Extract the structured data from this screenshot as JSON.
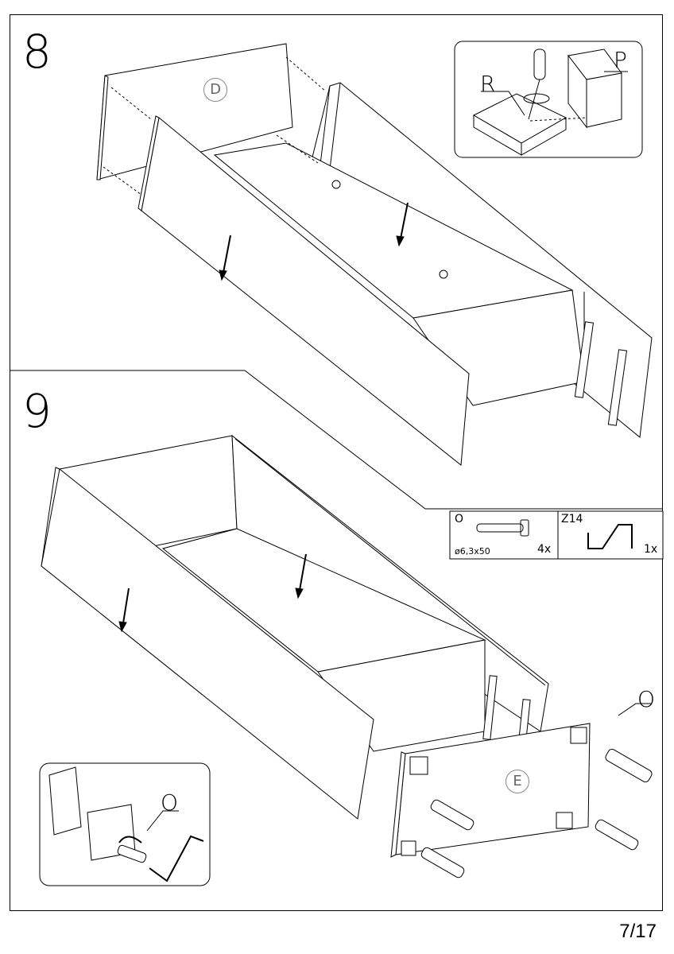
{
  "steps": [
    {
      "number": "8"
    },
    {
      "number": "9"
    }
  ],
  "step8_detail": {
    "label_r": "R",
    "label_p": "P"
  },
  "step8_parts": {
    "panel_d": "D"
  },
  "parts_table": [
    {
      "code": "O",
      "size": "ø6,3x50",
      "qty": "4x"
    },
    {
      "code": "Z14",
      "qty": "1x"
    }
  ],
  "step9_parts": {
    "panel_e": "E",
    "screw_label": "O"
  },
  "step9_detail": {
    "screw_label": "O"
  },
  "page": {
    "number": "7/17"
  }
}
